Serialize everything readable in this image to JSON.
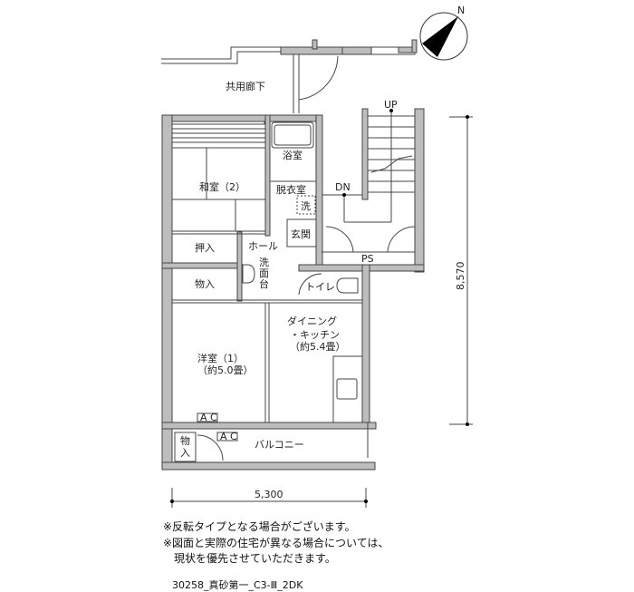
{
  "plan": {
    "corridor": "共用廊下",
    "washitsu": "和室（2）",
    "bath": "浴室",
    "dressing": "脱衣室",
    "washer": "洗",
    "entrance": "玄関",
    "hall": "ホール",
    "vanity": [
      "洗",
      "面",
      "台"
    ],
    "oshiire": "押入",
    "storage": "物入",
    "storage_small": [
      "物",
      "入"
    ],
    "toilet": "トイレ",
    "ps": "PS",
    "dk_line1": "ダイニング",
    "dk_line2": "・キッチン",
    "dk_size": "（約5.4畳）",
    "yoshitsu": "洋室（1）",
    "yoshitsu_size": "（約5.0畳）",
    "ac1": "A C",
    "ac2": "A C",
    "balcony": "バルコニー",
    "up": "UP",
    "dn": "DN",
    "north": "N"
  },
  "dimensions": {
    "depth": "8,570",
    "width": "5,300"
  },
  "notes": [
    "※反転タイプとなる場合がございます。",
    "※図面と実際の住宅が異なる場合については、",
    "　現状を優先させていただきます。"
  ],
  "footer": "30258_真砂第一_C3-Ⅲ_2DK"
}
